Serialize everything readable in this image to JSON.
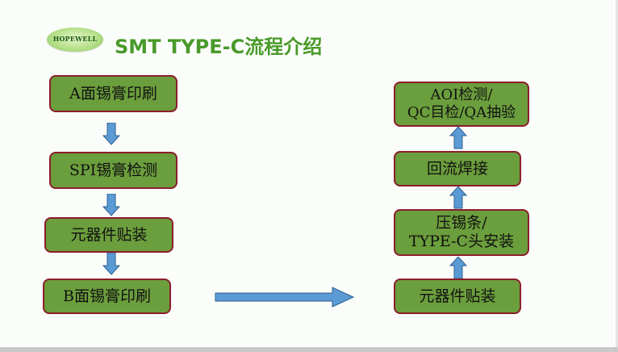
{
  "logo": {
    "text": "HOPEWELL"
  },
  "title": "SMT TYPE-C流程介绍",
  "left_steps": [
    {
      "label": "A面锡膏印刷"
    },
    {
      "label": "SPI锡膏检测"
    },
    {
      "label": "元器件贴装"
    },
    {
      "label": "B面锡膏印刷"
    }
  ],
  "right_steps": [
    {
      "line1": "AOI检测/",
      "line2": "QC目检/QA抽验"
    },
    {
      "label": "回流焊接"
    },
    {
      "line1": "压锡条/",
      "line2": "TYPE-C头安装"
    },
    {
      "label": "元器件贴装"
    }
  ],
  "colors": {
    "box_fill": "#6b9e3c",
    "box_border": "#8b1e2a",
    "arrow_fill": "#5b9bd5",
    "arrow_stroke": "#2e5f8f",
    "title": "#4a9a2a"
  }
}
